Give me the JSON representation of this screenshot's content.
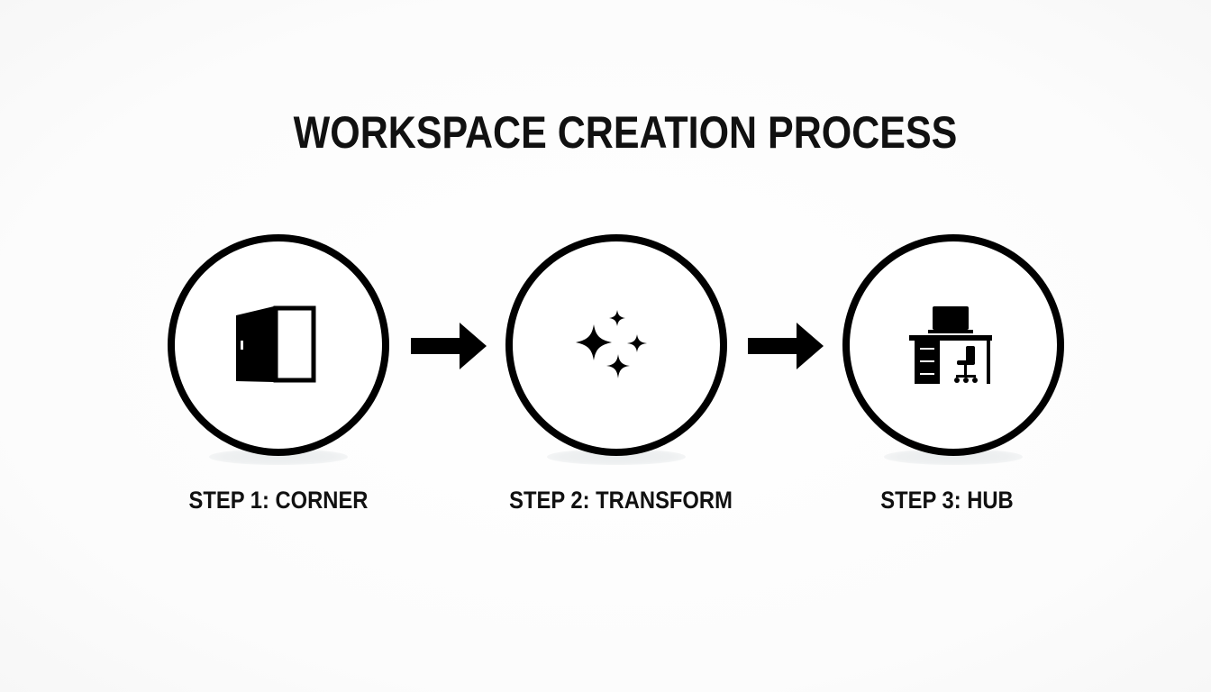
{
  "title": "WORKSPACE CREATION PROCESS",
  "steps": [
    {
      "label": "STEP 1: CORNER",
      "icon": "door-icon"
    },
    {
      "label": "STEP 2: TRANSFORM",
      "icon": "sparkles-icon"
    },
    {
      "label": "STEP 3: HUB",
      "icon": "desk-workstation-icon"
    }
  ],
  "colors": {
    "stroke": "#000000",
    "text": "#111111",
    "background": "#ffffff"
  }
}
